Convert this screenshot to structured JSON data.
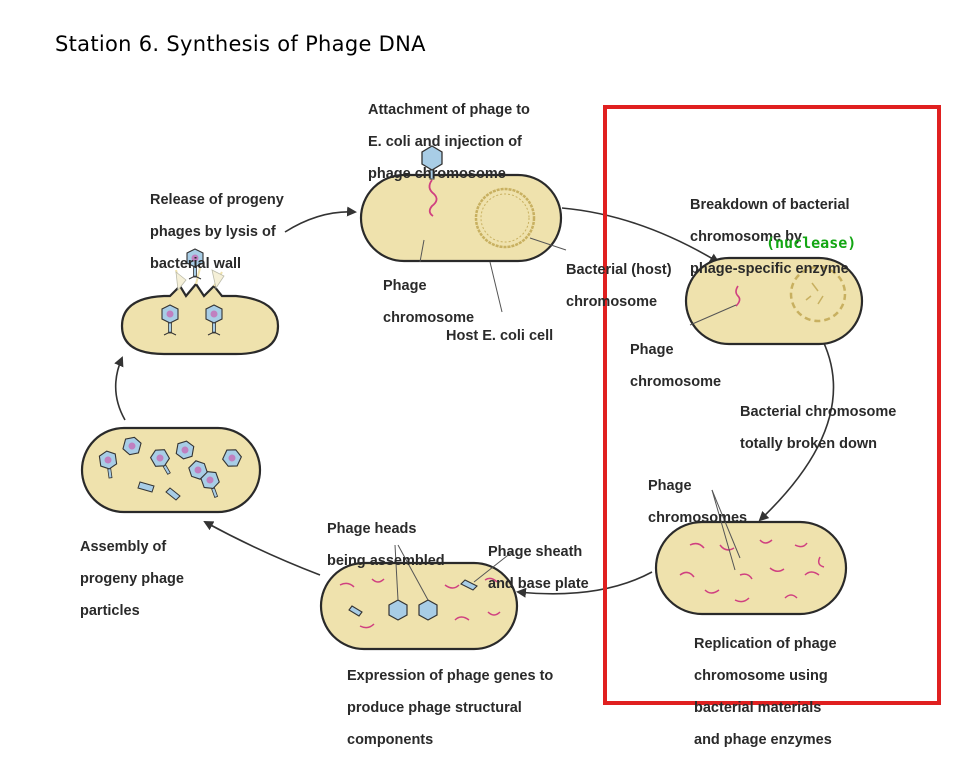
{
  "title": "Station 6. Synthesis of Phage DNA",
  "annotation": "(nuclease)",
  "colors": {
    "cell_fill": "#efe2ad",
    "cell_stroke": "#2a2a2a",
    "host_chromosome": "#c8b060",
    "phage_dna": "#d04080",
    "phage_head": "#a8cde6",
    "phage_head_dna": "#c080c0",
    "highlight_box": "#e02020",
    "nuclease_label": "#13a613",
    "arrow": "#333333"
  },
  "labels": {
    "attach_l1": "Attachment of phage to",
    "attach_l2_italic": "E. coli",
    "attach_l2_rest": " and injection of",
    "attach_l3": "phage chromosome",
    "breakdown_l1": "Breakdown of bacterial",
    "breakdown_l2": "chromosome by",
    "breakdown_l3": "phage-specific enzyme",
    "bacterial_host_l1": "Bacterial (host)",
    "bacterial_host_l2": "chromosome",
    "phage_chrom_top_l1": "Phage",
    "phage_chrom_top_l2": "chromosome",
    "host_cell_pre": "Host ",
    "host_cell_italic": "E. coli",
    "host_cell_post": " cell",
    "phage_chrom_right_l1": "Phage",
    "phage_chrom_right_l2": "chromosome",
    "broken_down_l1": "Bacterial chromosome",
    "broken_down_l2": "totally broken down",
    "chromosomes_l1": "Phage",
    "chromosomes_l2": "chromosomes",
    "replication_l1": "Replication of phage",
    "replication_l2": "chromosome using",
    "replication_l3": "bacterial materials",
    "replication_l4": "and phage enzymes",
    "expression_l1": "Expression of phage genes to",
    "expression_l2": "produce phage structural",
    "expression_l3": "components",
    "heads_l1": "Phage heads",
    "heads_l2": "being assembled",
    "sheath_l1": "Phage sheath",
    "sheath_l2": "and base plate",
    "assembly_l1": "Assembly of",
    "assembly_l2": "progeny phage",
    "assembly_l3": "particles",
    "release_l1": "Release of progeny",
    "release_l2": "phages by lysis of",
    "release_l3": "bacterial wall"
  }
}
